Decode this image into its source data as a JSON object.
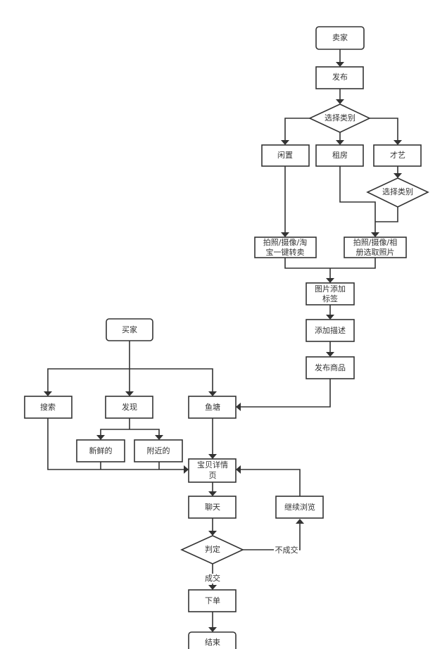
{
  "seller": {
    "start": "卖家",
    "publish": "发布",
    "choose_category": "选择类别",
    "idle": "闲置",
    "rent": "租房",
    "talent": "才艺",
    "choose_category_2": "选择类别",
    "photo_idle_1": "拍照/摄像/淘",
    "photo_idle_2": "宝一键转卖",
    "photo_other_1": "拍照/摄像/相",
    "photo_other_2": "册选取照片",
    "tag_1": "图片添加",
    "tag_2": "标签",
    "describe": "添加描述",
    "publish_item": "发布商品"
  },
  "buyer": {
    "start": "买家",
    "search": "搜索",
    "discover": "发现",
    "pond": "鱼塘",
    "fresh": "新鲜的",
    "nearby": "附近的",
    "detail_1": "宝贝详情",
    "detail_2": "页",
    "chat": "聊天",
    "continue_browse": "继续浏览",
    "judge": "判定",
    "no_deal": "不成交",
    "deal": "成交",
    "order": "下单",
    "end": "结束"
  }
}
